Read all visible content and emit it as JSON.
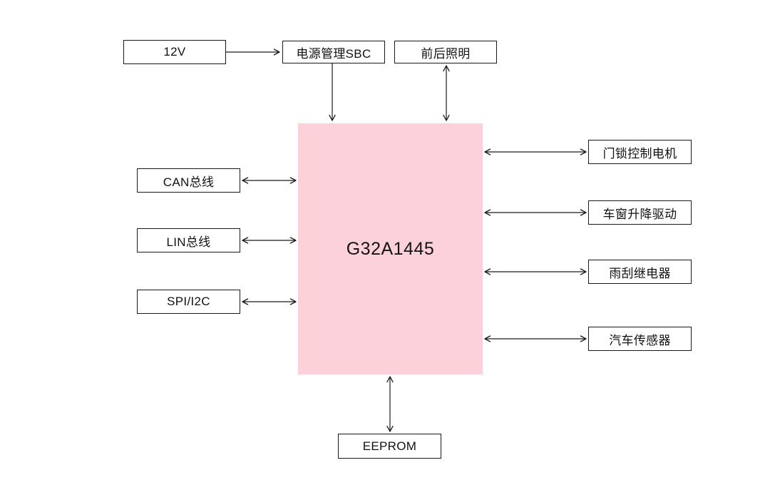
{
  "diagram": {
    "title": "G32A1445 automotive body control block diagram",
    "center": {
      "label": "G32A1445",
      "fill_color": "#FCD1DA"
    },
    "nodes": {
      "power_12v": {
        "label": "12V"
      },
      "power_sbc": {
        "label": "电源管理SBC"
      },
      "lighting": {
        "label": "前后照明"
      },
      "can_bus": {
        "label": "CAN总线"
      },
      "lin_bus": {
        "label": "LIN总线"
      },
      "spi_i2c": {
        "label": "SPI/I2C"
      },
      "door_lock": {
        "label": "门锁控制电机"
      },
      "window_drive": {
        "label": "车窗升降驱动"
      },
      "wiper_relay": {
        "label": "雨刮继电器"
      },
      "car_sensor": {
        "label": "汽车传感器"
      },
      "eeprom": {
        "label": "EEPROM"
      }
    },
    "connections": [
      {
        "from": "12V",
        "to": "电源管理SBC",
        "direction": "unidirectional"
      },
      {
        "from": "电源管理SBC",
        "to": "G32A1445",
        "direction": "unidirectional"
      },
      {
        "from": "前后照明",
        "to": "G32A1445",
        "direction": "bidirectional"
      },
      {
        "from": "CAN总线",
        "to": "G32A1445",
        "direction": "bidirectional"
      },
      {
        "from": "LIN总线",
        "to": "G32A1445",
        "direction": "bidirectional"
      },
      {
        "from": "SPI/I2C",
        "to": "G32A1445",
        "direction": "bidirectional"
      },
      {
        "from": "G32A1445",
        "to": "门锁控制电机",
        "direction": "bidirectional"
      },
      {
        "from": "G32A1445",
        "to": "车窗升降驱动",
        "direction": "bidirectional"
      },
      {
        "from": "G32A1445",
        "to": "雨刮继电器",
        "direction": "bidirectional"
      },
      {
        "from": "G32A1445",
        "to": "汽车传感器",
        "direction": "bidirectional"
      },
      {
        "from": "G32A1445",
        "to": "EEPROM",
        "direction": "bidirectional"
      }
    ],
    "colors": {
      "line": "#1a1a1a",
      "box_border": "#1a1a1a",
      "background": "#ffffff"
    }
  }
}
